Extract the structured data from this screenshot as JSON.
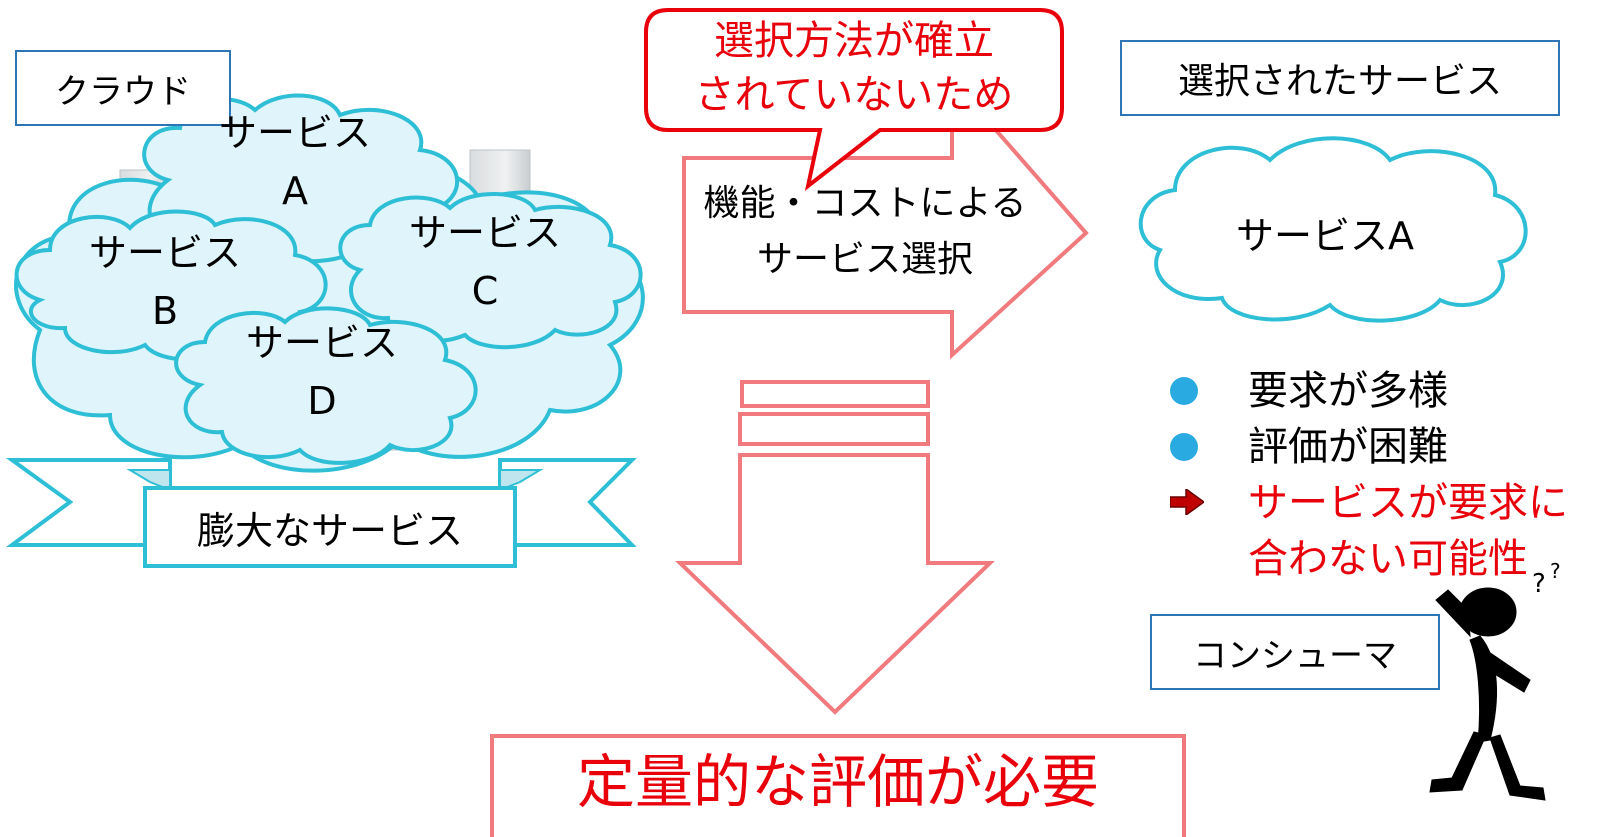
{
  "cloud_label": "クラウド",
  "services": {
    "a": "サービス\nA",
    "b": "サービス\nB",
    "c": "サービス\nC",
    "d": "サービス\nD"
  },
  "ribbon_label": "膨大なサービス",
  "callout": "選択方法が確立\nされていないため",
  "arrow_label": "機能・コストによる\nサービス選択",
  "selected_label": "選択されたサービス",
  "selected_service": "サービスA",
  "bullets": [
    {
      "text": "要求が多様",
      "marker": "dot-icon",
      "color": "#000000"
    },
    {
      "text": "評価が困難",
      "marker": "dot-icon",
      "color": "#000000"
    },
    {
      "text": "サービスが要求に\n合わない可能性",
      "marker": "arrow-icon",
      "color": "#e8000b"
    }
  ],
  "consumer_label": "コンシューマ",
  "conclusion": "定量的な評価が必要",
  "colors": {
    "cloud_fill": "#dff4fb",
    "cloud_stroke": "#2ebfd6",
    "arrow_stroke": "#f07a7e",
    "label_border": "#2e75b6",
    "emphasis_red": "#e8000b",
    "bullet_blue": "#29aae1"
  }
}
